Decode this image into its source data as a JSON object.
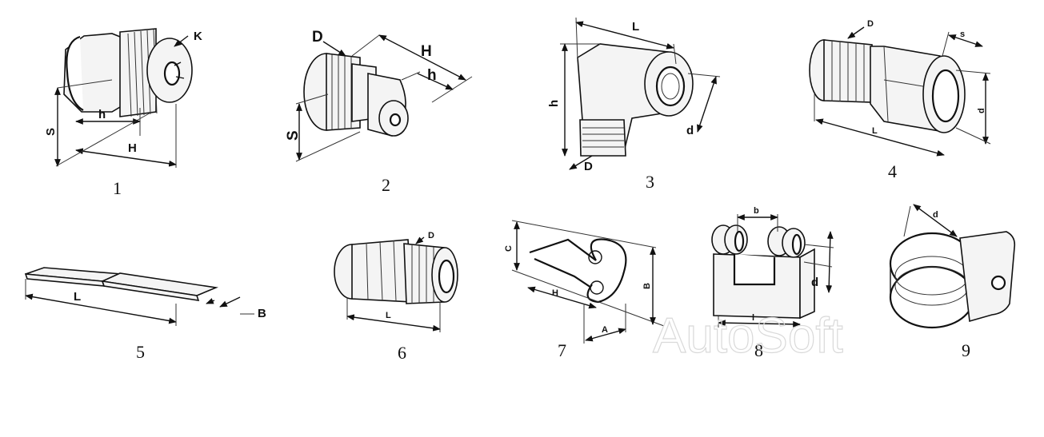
{
  "figures": [
    {
      "number": "1",
      "labels": {
        "k": "K",
        "s": "S",
        "h": "h",
        "H": "H"
      }
    },
    {
      "number": "2",
      "labels": {
        "D": "D",
        "H": "H",
        "h": "h",
        "S": "S"
      }
    },
    {
      "number": "3",
      "labels": {
        "L": "L",
        "h": "h",
        "d": "d",
        "D": "D"
      }
    },
    {
      "number": "4",
      "labels": {
        "D": "D",
        "s": "s",
        "L": "L",
        "d": "d"
      }
    },
    {
      "number": "5",
      "labels": {
        "L": "L",
        "B": "B"
      }
    },
    {
      "number": "6",
      "labels": {
        "D": "D",
        "L": "L"
      }
    },
    {
      "number": "7",
      "labels": {
        "C": "C",
        "H": "H",
        "B": "B",
        "A": "A"
      }
    },
    {
      "number": "8",
      "labels": {
        "b": "b",
        "d": "d",
        "l": "l"
      }
    },
    {
      "number": "9",
      "labels": {
        "d": "d"
      }
    }
  ],
  "watermark": "AutoSoft",
  "colors": {
    "line": "#111111",
    "background": "#ffffff",
    "watermark": "#d9d9d9"
  }
}
